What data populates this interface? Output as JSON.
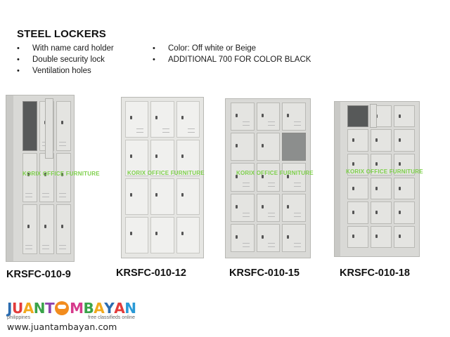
{
  "header": {
    "title": "STEEL LOCKERS",
    "features_left": [
      "With name card holder",
      "Double security lock",
      "Ventilation holes"
    ],
    "features_right": [
      "Color: Off white or Beige",
      "ADDITIONAL 700 FOR COLOR BLACK"
    ],
    "bullet": "•"
  },
  "watermark": "KORIX OFFICE FURNITURE",
  "products": [
    {
      "model": "KRSFC-010-9",
      "columns": 3,
      "rows": 3,
      "doors": 9
    },
    {
      "model": "KRSFC-010-12",
      "columns": 3,
      "rows": 4,
      "doors": 12
    },
    {
      "model": "KRSFC-010-15",
      "columns": 3,
      "rows": 5,
      "doors": 15
    },
    {
      "model": "KRSFC-010-18",
      "columns": 3,
      "rows": 6,
      "doors": 18
    }
  ],
  "logo": {
    "word_parts": [
      "J",
      "U",
      "A",
      "N",
      "T",
      "",
      "M",
      "B",
      "A",
      "Y",
      "A",
      "N"
    ],
    "colors": {
      "J": "#2b6cb0",
      "U": "#e23b3b",
      "A": "#f2a91e",
      "N": "#3aa34a",
      "T": "#8e44ad",
      "M": "#d63a8c",
      "B": "#3aa34a",
      "A2": "#f2a91e",
      "Y": "#2b6cb0",
      "A3": "#e23b3b",
      "N2": "#2b9ad6",
      "mascot": "#f28c1e"
    },
    "tagline_left": "philippines",
    "tagline_right": "free classifieds online",
    "url": "www.juantambayan.com"
  }
}
